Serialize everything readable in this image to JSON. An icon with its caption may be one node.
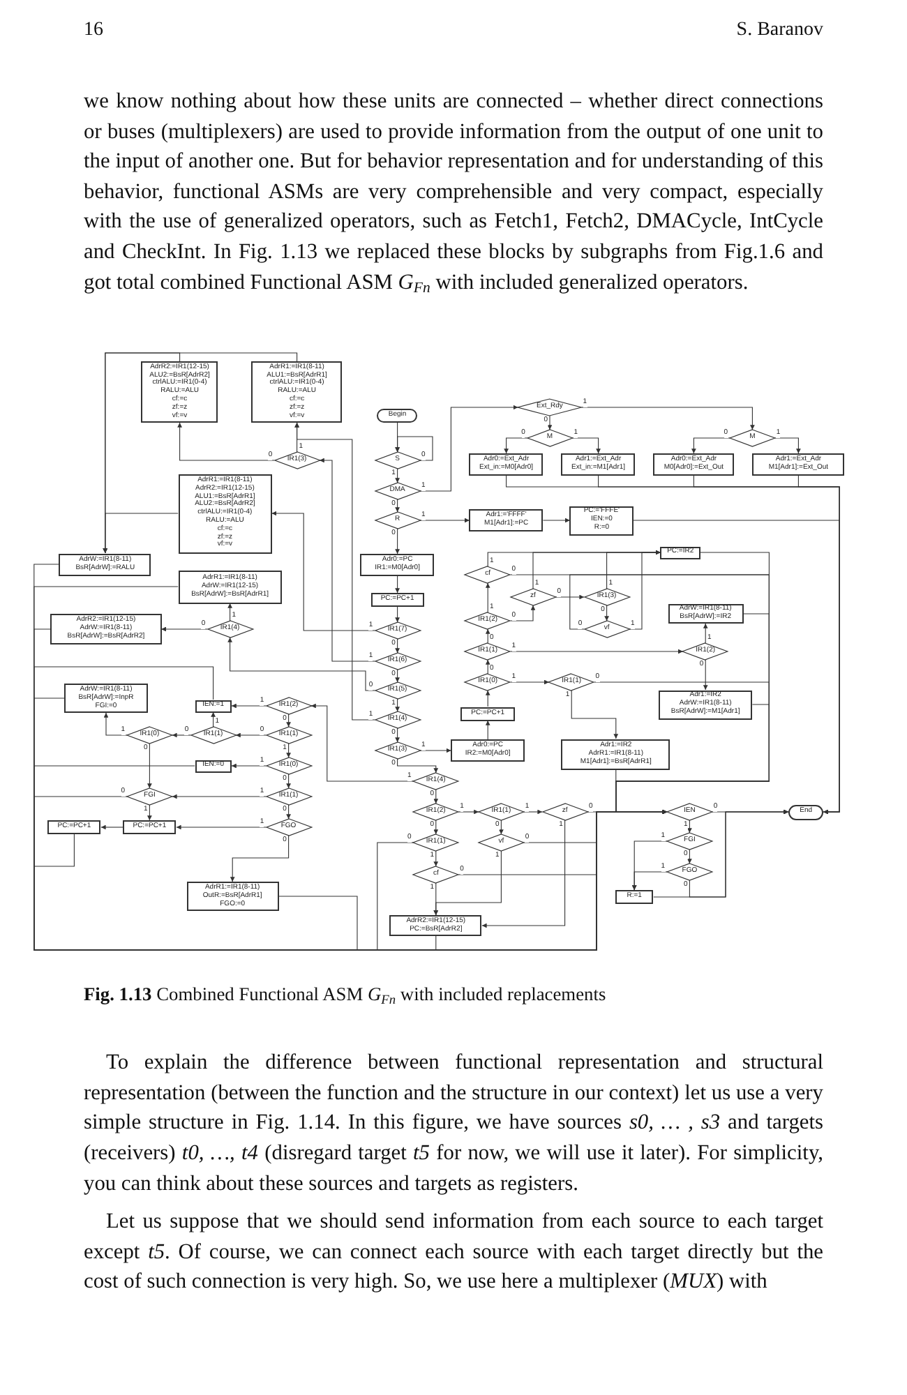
{
  "diagram": {
    "caption": "**Fig. 1.13** Combined Functional ASM *G*$_{Fn}$ with included replacements",
    "nodes": [
      {
        "text": [
          "AdrR2:=IR1(12-15)",
          "ALU2:=BsR[AdrR2]",
          "ctrlALU:=IR1(0-4)",
          "RALU:=ALU",
          "cf:=c",
          "zf:=z",
          "vf:=v"
        ]
      },
      {
        "text": [
          "AdrR1:=IR1(8-11)",
          "ALU1:=BsR[AdrR1]",
          "ctrlALU:=IR1(0-4)",
          "RALU:=ALU",
          "cf:=c",
          "zf:=z",
          "vf:=v"
        ]
      },
      {
        "text": [
          "Begin"
        ]
      },
      {
        "text": [
          "Ext_Rdy"
        ]
      },
      {
        "text": [
          "M"
        ]
      },
      {
        "text": [
          "M"
        ]
      },
      {
        "text": [
          "IR1(3)"
        ]
      },
      {
        "text": [
          "S"
        ]
      },
      {
        "text": [
          "Adr0:=Ext_Adr",
          "Ext_in:=M0[Adr0]"
        ]
      },
      {
        "text": [
          "Adr1:=Ext_Adr",
          "Ext_in:=M1[Adr1]"
        ]
      },
      {
        "text": [
          "Adr0:=Ext_Adr",
          "M0[Adr0]:=Ext_Out"
        ]
      },
      {
        "text": [
          "Adr1:=Ext_Adr",
          "M1[Adr1]:=Ext_Out"
        ]
      },
      {
        "text": [
          "AdrR1:=IR1(8-11)",
          "AdrR2:=IR1(12-15)",
          "ALU1:=BsR[AdrR1]",
          "ALU2:=BsR[AdrR2]",
          "ctrlALU:=IR1(0-4)",
          "RALU:=ALU",
          "cf:=c",
          "zf:=z",
          "vf:=v"
        ]
      },
      {
        "text": [
          "DMA"
        ]
      },
      {
        "text": [
          "Adr1:='FFFF'",
          "M1[Adr1]:=PC"
        ]
      },
      {
        "text": [
          "PC:='FFFE'",
          "IEN:=0",
          "R:=0"
        ]
      },
      {
        "text": [
          "R"
        ]
      },
      {
        "text": [
          "PC:=IR2"
        ]
      },
      {
        "text": [
          "AdrW:=IR1(8-11)",
          "BsR[AdrW]:=RALU"
        ]
      },
      {
        "text": [
          "Adr0:=PC",
          "IR1:=M0[Adr0]"
        ]
      },
      {
        "text": [
          "AdrR1:=IR1(8-11)",
          "AdrW:=IR1(12-15)",
          "BsR[AdrW]:=BsR[AdrR1]"
        ]
      },
      {
        "text": [
          "cf"
        ]
      },
      {
        "text": [
          "PC:=PC+1"
        ]
      },
      {
        "text": [
          "zf"
        ]
      },
      {
        "text": [
          "IR1(3)"
        ]
      },
      {
        "text": [
          "AdrW:=IR1(8-11)",
          "BsR[AdrW]:=IR2"
        ]
      },
      {
        "text": [
          "AdrR2:=IR1(12-15)",
          "AdrW:=IR1(8-11)",
          "BsR[AdrW]:=BsR[AdrR2]"
        ]
      },
      {
        "text": [
          "IR1(2)"
        ]
      },
      {
        "text": [
          "IR1(4)"
        ]
      },
      {
        "text": [
          "IR1(7)"
        ]
      },
      {
        "text": [
          "vf"
        ]
      },
      {
        "text": [
          "IR1(1)"
        ]
      },
      {
        "text": [
          "IR1(2)"
        ]
      },
      {
        "text": [
          "IR1(6)"
        ]
      },
      {
        "text": [
          "IR1(0)"
        ]
      },
      {
        "text": [
          "IR1(1)"
        ]
      },
      {
        "text": [
          "Adr1:=IR2",
          "AdrW:=IR1(8-11)",
          "BsR[AdrW]:=M1[Adr1]"
        ]
      },
      {
        "text": [
          "AdrW:=IR1(8-11)",
          "BsR[AdrW]:=InpR",
          "FGI:=0"
        ]
      },
      {
        "text": [
          "IEN:=1"
        ]
      },
      {
        "text": [
          "IR1(5)"
        ]
      },
      {
        "text": [
          "IR1(2)"
        ]
      },
      {
        "text": [
          "PC:=PC+1"
        ]
      },
      {
        "text": [
          "IR1(4)"
        ]
      },
      {
        "text": [
          "IR1(0)"
        ]
      },
      {
        "text": [
          "IR1(1)"
        ]
      },
      {
        "text": [
          "IR1(1)"
        ]
      },
      {
        "text": [
          "Adr0:=PC",
          "IR2:=M0[Adr0]"
        ]
      },
      {
        "text": [
          "Adr1:=IR2",
          "AdrR1:=IR1(8-11)",
          "M1[Adr1]:=BsR[AdrR1]"
        ]
      },
      {
        "text": [
          "IR1(3)"
        ]
      },
      {
        "text": [
          "IEN:=0"
        ]
      },
      {
        "text": [
          "IR1(0)"
        ]
      },
      {
        "text": [
          "IR1(4)"
        ]
      },
      {
        "text": [
          "FGI"
        ]
      },
      {
        "text": [
          "IR1(1)"
        ]
      },
      {
        "text": [
          "IR1(2)"
        ]
      },
      {
        "text": [
          "IR1(1)"
        ]
      },
      {
        "text": [
          "zf"
        ]
      },
      {
        "text": [
          "IEN"
        ]
      },
      {
        "text": [
          "End"
        ]
      },
      {
        "text": [
          "PC:=PC+1"
        ]
      },
      {
        "text": [
          "PC:=PC+1"
        ]
      },
      {
        "text": [
          "FGO"
        ]
      },
      {
        "text": [
          "IR1(1)"
        ]
      },
      {
        "text": [
          "vf"
        ]
      },
      {
        "text": [
          "FGI"
        ]
      },
      {
        "text": [
          "FGO"
        ]
      },
      {
        "text": [
          "cf"
        ]
      },
      {
        "text": [
          "AdrR1:=IR1(8-11)",
          "OutR:=BsR[AdrR1]",
          "FGO:=0"
        ]
      },
      {
        "text": [
          "R:=1"
        ]
      },
      {
        "text": [
          "AdrR2:=IR1(12-15)",
          "PC:=BsR[AdrR2]"
        ]
      }
    ],
    "edges": [
      {
        "from": 2,
        "to": 7,
        "arrow": "to"
      },
      {
        "from": 7,
        "to": 7,
        "arrow": "to",
        "label": "0"
      },
      {
        "from": 7,
        "to": 13,
        "arrow": "to",
        "label": "1"
      },
      {
        "from": 13,
        "to": 3,
        "arrow": "to",
        "label": "1"
      },
      {
        "from": 13,
        "to": 16,
        "arrow": "to",
        "label": "0"
      },
      {
        "from": 3,
        "to": 4,
        "arrow": "to",
        "label": "0"
      },
      {
        "from": 3,
        "to": 5,
        "arrow": "to",
        "label": "1"
      },
      {
        "from": 4,
        "to": 8,
        "arrow": "to",
        "label": "0"
      },
      {
        "from": 4,
        "to": 9,
        "arrow": "to",
        "label": "1"
      },
      {
        "from": 5,
        "to": 10,
        "arrow": "to",
        "label": "0"
      },
      {
        "from": 5,
        "to": 11,
        "arrow": "to",
        "label": "1"
      },
      {
        "from": 8,
        "to": 58,
        "arrow": "to"
      },
      {
        "from": 9,
        "to": 58,
        "arrow": "to"
      },
      {
        "from": 10,
        "to": 58,
        "arrow": "to"
      },
      {
        "from": 11,
        "to": 58,
        "arrow": "to"
      },
      {
        "from": 16,
        "to": 14,
        "arrow": "to",
        "label": "1"
      },
      {
        "from": 16,
        "to": 19,
        "arrow": "to",
        "label": "0"
      },
      {
        "from": 14,
        "to": 15,
        "arrow": "to"
      },
      {
        "from": 15,
        "to": 58,
        "arrow": "to"
      },
      {
        "from": 19,
        "to": 22,
        "arrow": "to"
      },
      {
        "from": 22,
        "to": 29,
        "arrow": "to"
      },
      {
        "from": 29,
        "to": 12,
        "arrow": "to",
        "label": "1"
      },
      {
        "from": 29,
        "to": 33,
        "arrow": "to",
        "label": "0"
      },
      {
        "from": 33,
        "to": 6,
        "arrow": "to",
        "label": "1"
      },
      {
        "from": 33,
        "to": 39,
        "arrow": "to",
        "label": "0"
      },
      {
        "from": 6,
        "to": 1,
        "arrow": "to",
        "label": "1"
      },
      {
        "from": 6,
        "to": 0,
        "arrow": "to",
        "label": "0"
      },
      {
        "from": 0,
        "to": 18,
        "arrow": "to"
      },
      {
        "from": 1,
        "to": 18,
        "arrow": "to"
      },
      {
        "from": 12,
        "to": 18,
        "arrow": "to"
      },
      {
        "from": 39,
        "to": 28,
        "arrow": "to",
        "label": "0"
      },
      {
        "from": 39,
        "to": 42,
        "arrow": "to",
        "label": "1"
      },
      {
        "from": 28,
        "to": 20,
        "arrow": "to",
        "label": "1"
      },
      {
        "from": 28,
        "to": 26,
        "arrow": "to",
        "label": "0"
      },
      {
        "from": 42,
        "to": 1,
        "arrow": "to",
        "label": "1"
      },
      {
        "from": 42,
        "to": 48,
        "arrow": "to",
        "label": "0"
      },
      {
        "from": 48,
        "to": 46,
        "arrow": "to",
        "label": "1"
      },
      {
        "from": 48,
        "to": 51,
        "arrow": "to",
        "label": "0"
      },
      {
        "from": 51,
        "to": 40,
        "arrow": "to",
        "label": "1"
      },
      {
        "from": 51,
        "to": 54,
        "arrow": "to",
        "label": "0"
      },
      {
        "from": 40,
        "to": 38,
        "arrow": "to",
        "label": "1"
      },
      {
        "from": 40,
        "to": 45,
        "arrow": "to",
        "label": "0"
      },
      {
        "from": 45,
        "to": 44,
        "arrow": "to",
        "label": "0"
      },
      {
        "from": 45,
        "to": 50,
        "arrow": "to",
        "label": "1"
      },
      {
        "from": 44,
        "to": 38,
        "arrow": "to",
        "label": "1"
      },
      {
        "from": 44,
        "to": 43,
        "arrow": "to",
        "label": "0"
      },
      {
        "from": 43,
        "to": 37,
        "arrow": "to",
        "label": "1"
      },
      {
        "from": 43,
        "to": 52,
        "arrow": "to",
        "label": "0"
      },
      {
        "from": 50,
        "to": 49,
        "arrow": "to",
        "label": "1"
      },
      {
        "from": 50,
        "to": 53,
        "arrow": "to",
        "label": "0"
      },
      {
        "from": 53,
        "to": 52,
        "arrow": "to",
        "label": "1"
      },
      {
        "from": 53,
        "to": 61,
        "arrow": "to",
        "label": "0"
      },
      {
        "from": 52,
        "to": 60,
        "arrow": "to",
        "label": "1"
      },
      {
        "from": 52,
        "to": 57,
        "arrow": "to",
        "label": "0"
      },
      {
        "from": 61,
        "to": 60,
        "arrow": "to",
        "label": "1"
      },
      {
        "from": 61,
        "to": 67,
        "arrow": "to",
        "label": "0"
      },
      {
        "from": 60,
        "to": 59,
        "arrow": "to"
      },
      {
        "from": 59,
        "to": 57,
        "arrow": "to"
      },
      {
        "from": 18,
        "to": 57,
        "arrow": "to"
      },
      {
        "from": 20,
        "to": 57,
        "arrow": "to"
      },
      {
        "from": 26,
        "to": 57,
        "arrow": "to"
      },
      {
        "from": 37,
        "to": 57,
        "arrow": "to"
      },
      {
        "from": 38,
        "to": 57,
        "arrow": "to"
      },
      {
        "from": 49,
        "to": 57,
        "arrow": "to"
      },
      {
        "from": 67,
        "to": 57,
        "arrow": "to"
      },
      {
        "from": 46,
        "to": 41,
        "arrow": "to"
      },
      {
        "from": 41,
        "to": 34,
        "arrow": "to"
      },
      {
        "from": 34,
        "to": 31,
        "arrow": "to",
        "label": "0"
      },
      {
        "from": 34,
        "to": 35,
        "arrow": "to",
        "label": "1"
      },
      {
        "from": 31,
        "to": 27,
        "arrow": "to",
        "label": "0"
      },
      {
        "from": 31,
        "to": 32,
        "arrow": "to",
        "label": "1"
      },
      {
        "from": 27,
        "to": 21,
        "arrow": "to",
        "label": "1"
      },
      {
        "from": 27,
        "to": 23,
        "arrow": "to",
        "label": "0"
      },
      {
        "from": 21,
        "to": 17,
        "arrow": "to",
        "label": "1"
      },
      {
        "from": 21,
        "to": 57,
        "arrow": "to",
        "label": "0"
      },
      {
        "from": 23,
        "to": 17,
        "arrow": "to",
        "label": "1"
      },
      {
        "from": 23,
        "to": 24,
        "arrow": "to",
        "label": "0"
      },
      {
        "from": 24,
        "to": 17,
        "arrow": "to",
        "label": "1"
      },
      {
        "from": 24,
        "to": 30,
        "arrow": "to",
        "label": "0"
      },
      {
        "from": 30,
        "to": 17,
        "arrow": "to",
        "label": "1"
      },
      {
        "from": 30,
        "to": 57,
        "arrow": "to",
        "label": "0"
      },
      {
        "from": 32,
        "to": 25,
        "arrow": "to",
        "label": "1"
      },
      {
        "from": 32,
        "to": 36,
        "arrow": "to",
        "label": "0"
      },
      {
        "from": 25,
        "to": 57,
        "arrow": "to"
      },
      {
        "from": 36,
        "to": 57,
        "arrow": "to"
      },
      {
        "from": 17,
        "to": 57,
        "arrow": "to"
      },
      {
        "from": 35,
        "to": 47,
        "arrow": "to",
        "label": "1"
      },
      {
        "from": 35,
        "to": 57,
        "arrow": "to",
        "label": "0"
      },
      {
        "from": 47,
        "to": 57,
        "arrow": "to"
      },
      {
        "from": 54,
        "to": 55,
        "arrow": "to",
        "label": "1"
      },
      {
        "from": 54,
        "to": 62,
        "arrow": "to",
        "label": "0"
      },
      {
        "from": 55,
        "to": 56,
        "arrow": "to",
        "label": "1"
      },
      {
        "from": 55,
        "to": 63,
        "arrow": "to",
        "label": "0"
      },
      {
        "from": 56,
        "to": 69,
        "arrow": "to",
        "label": "1"
      },
      {
        "from": 56,
        "to": 57,
        "arrow": "to",
        "label": "0"
      },
      {
        "from": 63,
        "to": 69,
        "arrow": "to",
        "label": "1"
      },
      {
        "from": 63,
        "to": 57,
        "arrow": "to",
        "label": "0"
      },
      {
        "from": 62,
        "to": 66,
        "arrow": "to",
        "label": "1"
      },
      {
        "from": 62,
        "to": 57,
        "arrow": "to",
        "label": "0"
      },
      {
        "from": 66,
        "to": 69,
        "arrow": "to",
        "label": "1"
      },
      {
        "from": 66,
        "to": 57,
        "arrow": "to",
        "label": "0"
      },
      {
        "from": 69,
        "to": 57,
        "arrow": "to"
      },
      {
        "from": 57,
        "to": 58,
        "arrow": "to",
        "label": "0"
      },
      {
        "from": 57,
        "to": 64,
        "arrow": "to",
        "label": "1"
      },
      {
        "from": 64,
        "to": 68,
        "arrow": "to",
        "label": "1"
      },
      {
        "from": 64,
        "to": 65,
        "arrow": "to",
        "label": "0"
      },
      {
        "from": 65,
        "to": 68,
        "arrow": "to",
        "label": "1"
      },
      {
        "from": 65,
        "to": 58,
        "arrow": "to",
        "label": "0"
      },
      {
        "from": 68,
        "to": 58,
        "arrow": "to"
      }
    ],
    "labels": [
      "16",
      "S. Baranov",
      "we know nothing about how these units are connected – whether direct connections or buses (multiplexers) are used to provide information from the output of one unit to the input of another one. But for behavior representation and for understanding of this behavior, functional ASMs are very comprehensible and very compact, especially with the use of generalized operators, such as Fetch1, Fetch2, DMACycle, IntCycle and CheckInt. In Fig. 1.13 we replaced these blocks by subgraphs from Fig.1.6 and got total combined Functional ASM *G*$_{Fn}$ with included generalized operators.",
      "To explain the difference between functional representation and structural representation (between the function and the structure in our context) let us use a very simple structure in Fig. 1.14. In this figure, we have sources *s0, … , s3* and targets (receivers) *t0, …, t4* (disregard target *t5* for now, we will use it later). For simplicity, you can think about these sources and targets as registers.",
      "Let us suppose that we should send information from each source to each target except *t5*. Of course, we can connect each source with each target directly but the cost of such connection is very high. So, we use here a multiplexer (*MUX*) with"
    ]
  }
}
